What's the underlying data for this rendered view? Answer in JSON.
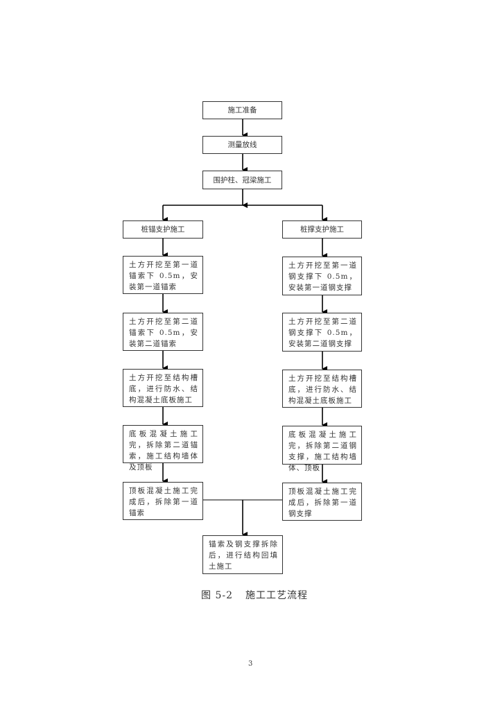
{
  "flowchart": {
    "top": [
      {
        "id": "prep",
        "label": "施工准备"
      },
      {
        "id": "survey",
        "label": "测量放线"
      },
      {
        "id": "piles",
        "label": "围护柱、冠梁施工"
      }
    ],
    "left_branch": {
      "title": "桩锚支护施工",
      "steps": [
        "土方开挖至第一道锚索下 0.5m，安装第一道锚索",
        "土方开挖至第二道锚索下 0.5m，安装第二道锚索",
        "土方开挖至结构槽底，进行防水、结构混凝土底板施工",
        "底板混凝土施工完，拆除第二道锚索，施工结构墙体及顶板",
        "顶板混凝土施工完成后，拆除第一道锚索"
      ]
    },
    "right_branch": {
      "title": "桩撑支护施工",
      "steps": [
        "土方开挖至第一道钢支撑下 0.5m，安装第一道钢支撑",
        "土方开挖至第二道钢支撑下 0.5m，安装第二道钢支撑",
        "土方开挖至结构槽底，进行防水、结构混凝土底板施工",
        "底板混凝土施工完，拆除第二道钢支撑，施工结构墙体、顶板",
        "顶板混凝土施工完成后，拆除第一道钢支撑"
      ]
    },
    "final": "锚索及钢支撑拆除后，进行结构回填土施工"
  },
  "caption": {
    "figure_number": "图 5-2",
    "title": "施工工艺流程"
  },
  "page_number": "3"
}
